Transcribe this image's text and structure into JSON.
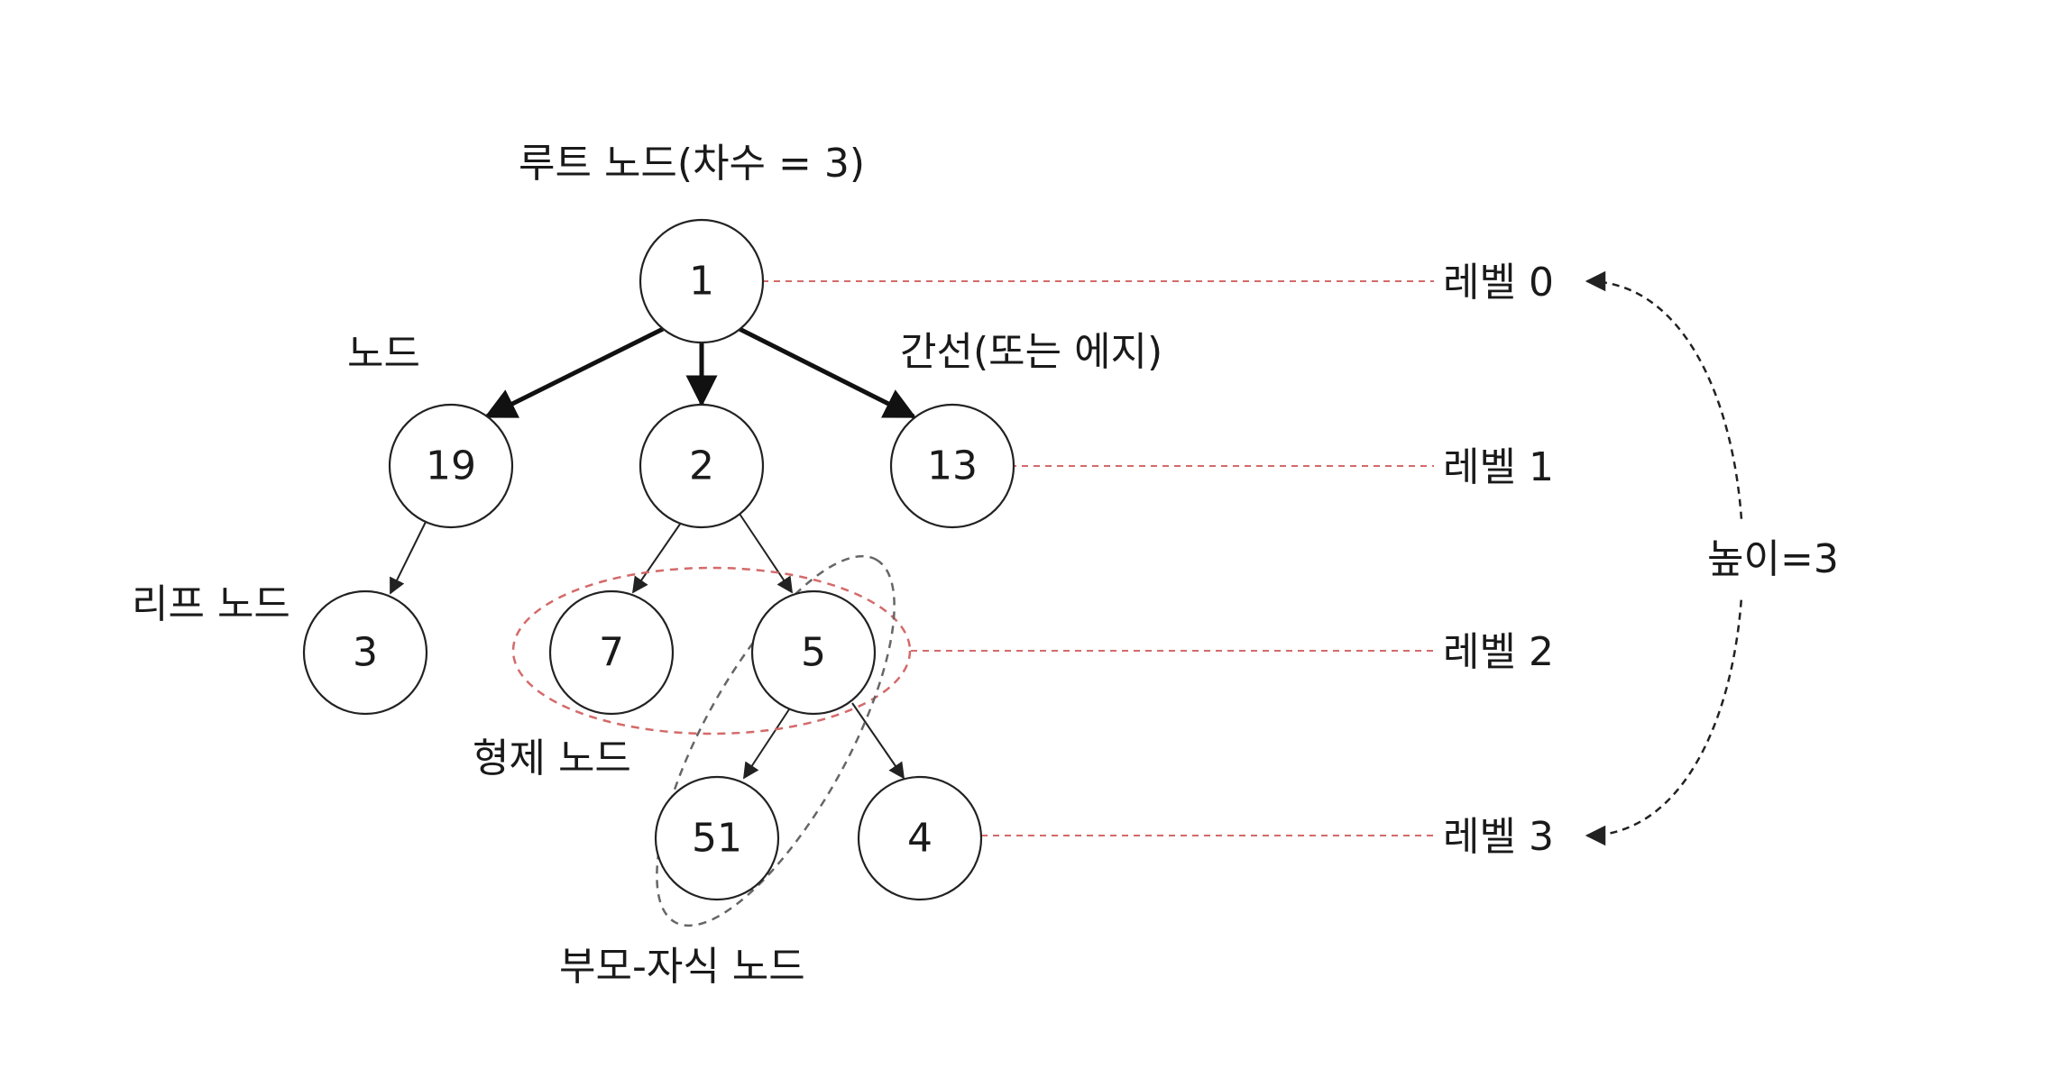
{
  "labels": {
    "root": "루트 노드(차수 = 3)",
    "node": "노드",
    "edge": "간선(또는 에지)",
    "leaf": "리프 노드",
    "sibling": "형제 노드",
    "parent_child": "부모-자식 노드",
    "height": "높이=3"
  },
  "levels": [
    "레벨 0",
    "레벨 1",
    "레벨 2",
    "레벨 3"
  ],
  "nodes": {
    "n1": "1",
    "n19": "19",
    "n2": "2",
    "n13": "13",
    "n3": "3",
    "n7": "7",
    "n5": "5",
    "n51": "51",
    "n4": "4"
  },
  "colors": {
    "level_line": "#d46a6a",
    "sibling_outline": "#d46a6a",
    "parent_child_outline": "#666666",
    "edge": "#111111"
  }
}
